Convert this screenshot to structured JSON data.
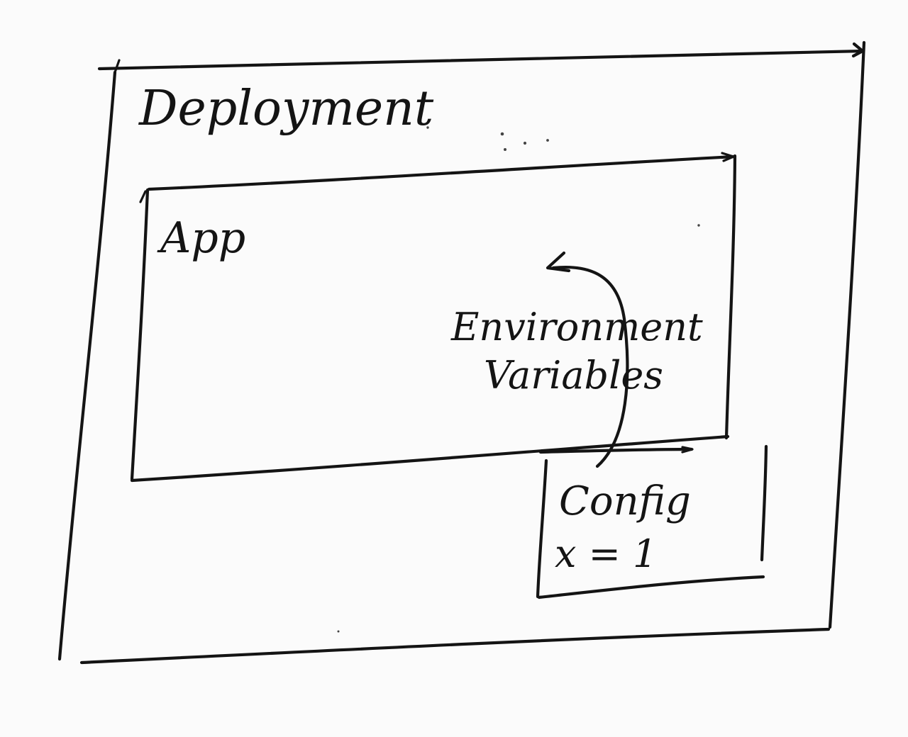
{
  "diagram": {
    "deployment": {
      "title": "Deployment"
    },
    "app": {
      "title": "App"
    },
    "config": {
      "title": "Config",
      "value": "x = 1"
    },
    "arrow": {
      "label_line1": "Environment",
      "label_line2": "Variables"
    },
    "ink_color": "#141414",
    "paper_color": "#fbfbfb"
  }
}
